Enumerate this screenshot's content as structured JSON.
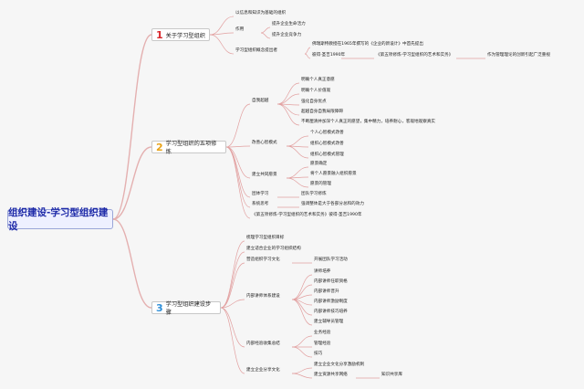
{
  "root": {
    "label": "组织建设-学习型组织建设"
  },
  "sections": [
    {
      "number": "1",
      "label": "关于学习型组织",
      "color": "#d9262b",
      "items": [
        "以信息和知识为基础的组织",
        "作用",
        "提升企业生命活力",
        "提升企业竞争力",
        "学习型组织概念提出者",
        "佛瑞斯特教授在1965年撰写的《企业的新设计》中首先提出",
        "彼得·圣吉1990年",
        "《第五项修炼-学习型组织的艺术和实务》",
        "作为管理理论的创新引起广泛重视"
      ]
    },
    {
      "number": "2",
      "label": "学习型组织的五项修炼",
      "color": "#e8a319",
      "items": [
        "自我超越",
        "明确个人真正意愿",
        "明确个人价值观",
        "强化自身优点",
        "超越自身自我局限障碍",
        "不断厘清并加深个人真正的愿望，集中精力，培养耐心，客观地观察真实",
        "改善心智模式",
        "个人心智模式改善",
        "组织心智模式改善",
        "组织心智模式管理",
        "建立共同愿景",
        "愿景确定",
        "将个人愿景融入组织愿景",
        "愿景的管理",
        "团体学习",
        "团队学习修炼",
        "系统思考",
        "强调整体是大于各部分总和的效力",
        "《第五项修炼-学习型组织的艺术和实务》彼得·圣吉1990年"
      ]
    },
    {
      "number": "3",
      "label": "学习型组织建设步骤",
      "color": "#2f8fd8",
      "items": [
        "梳理学习型组织目标",
        "建立适合企业的学习组织结构",
        "营造组织学习文化",
        "开展团队学习活动",
        "内部讲师体系建设",
        "讲师培养",
        "内部讲师任职资格",
        "内部讲师晋升",
        "内部讲师激励制度",
        "内部讲师技巧培养",
        "建立辅导员管理",
        "内部经验收集总结",
        "业务经验",
        "管理经验",
        "技巧",
        "建立企业分享文化",
        "建立企业文化分享激励机制",
        "建立资源共享网络",
        "知识共享库"
      ]
    }
  ]
}
